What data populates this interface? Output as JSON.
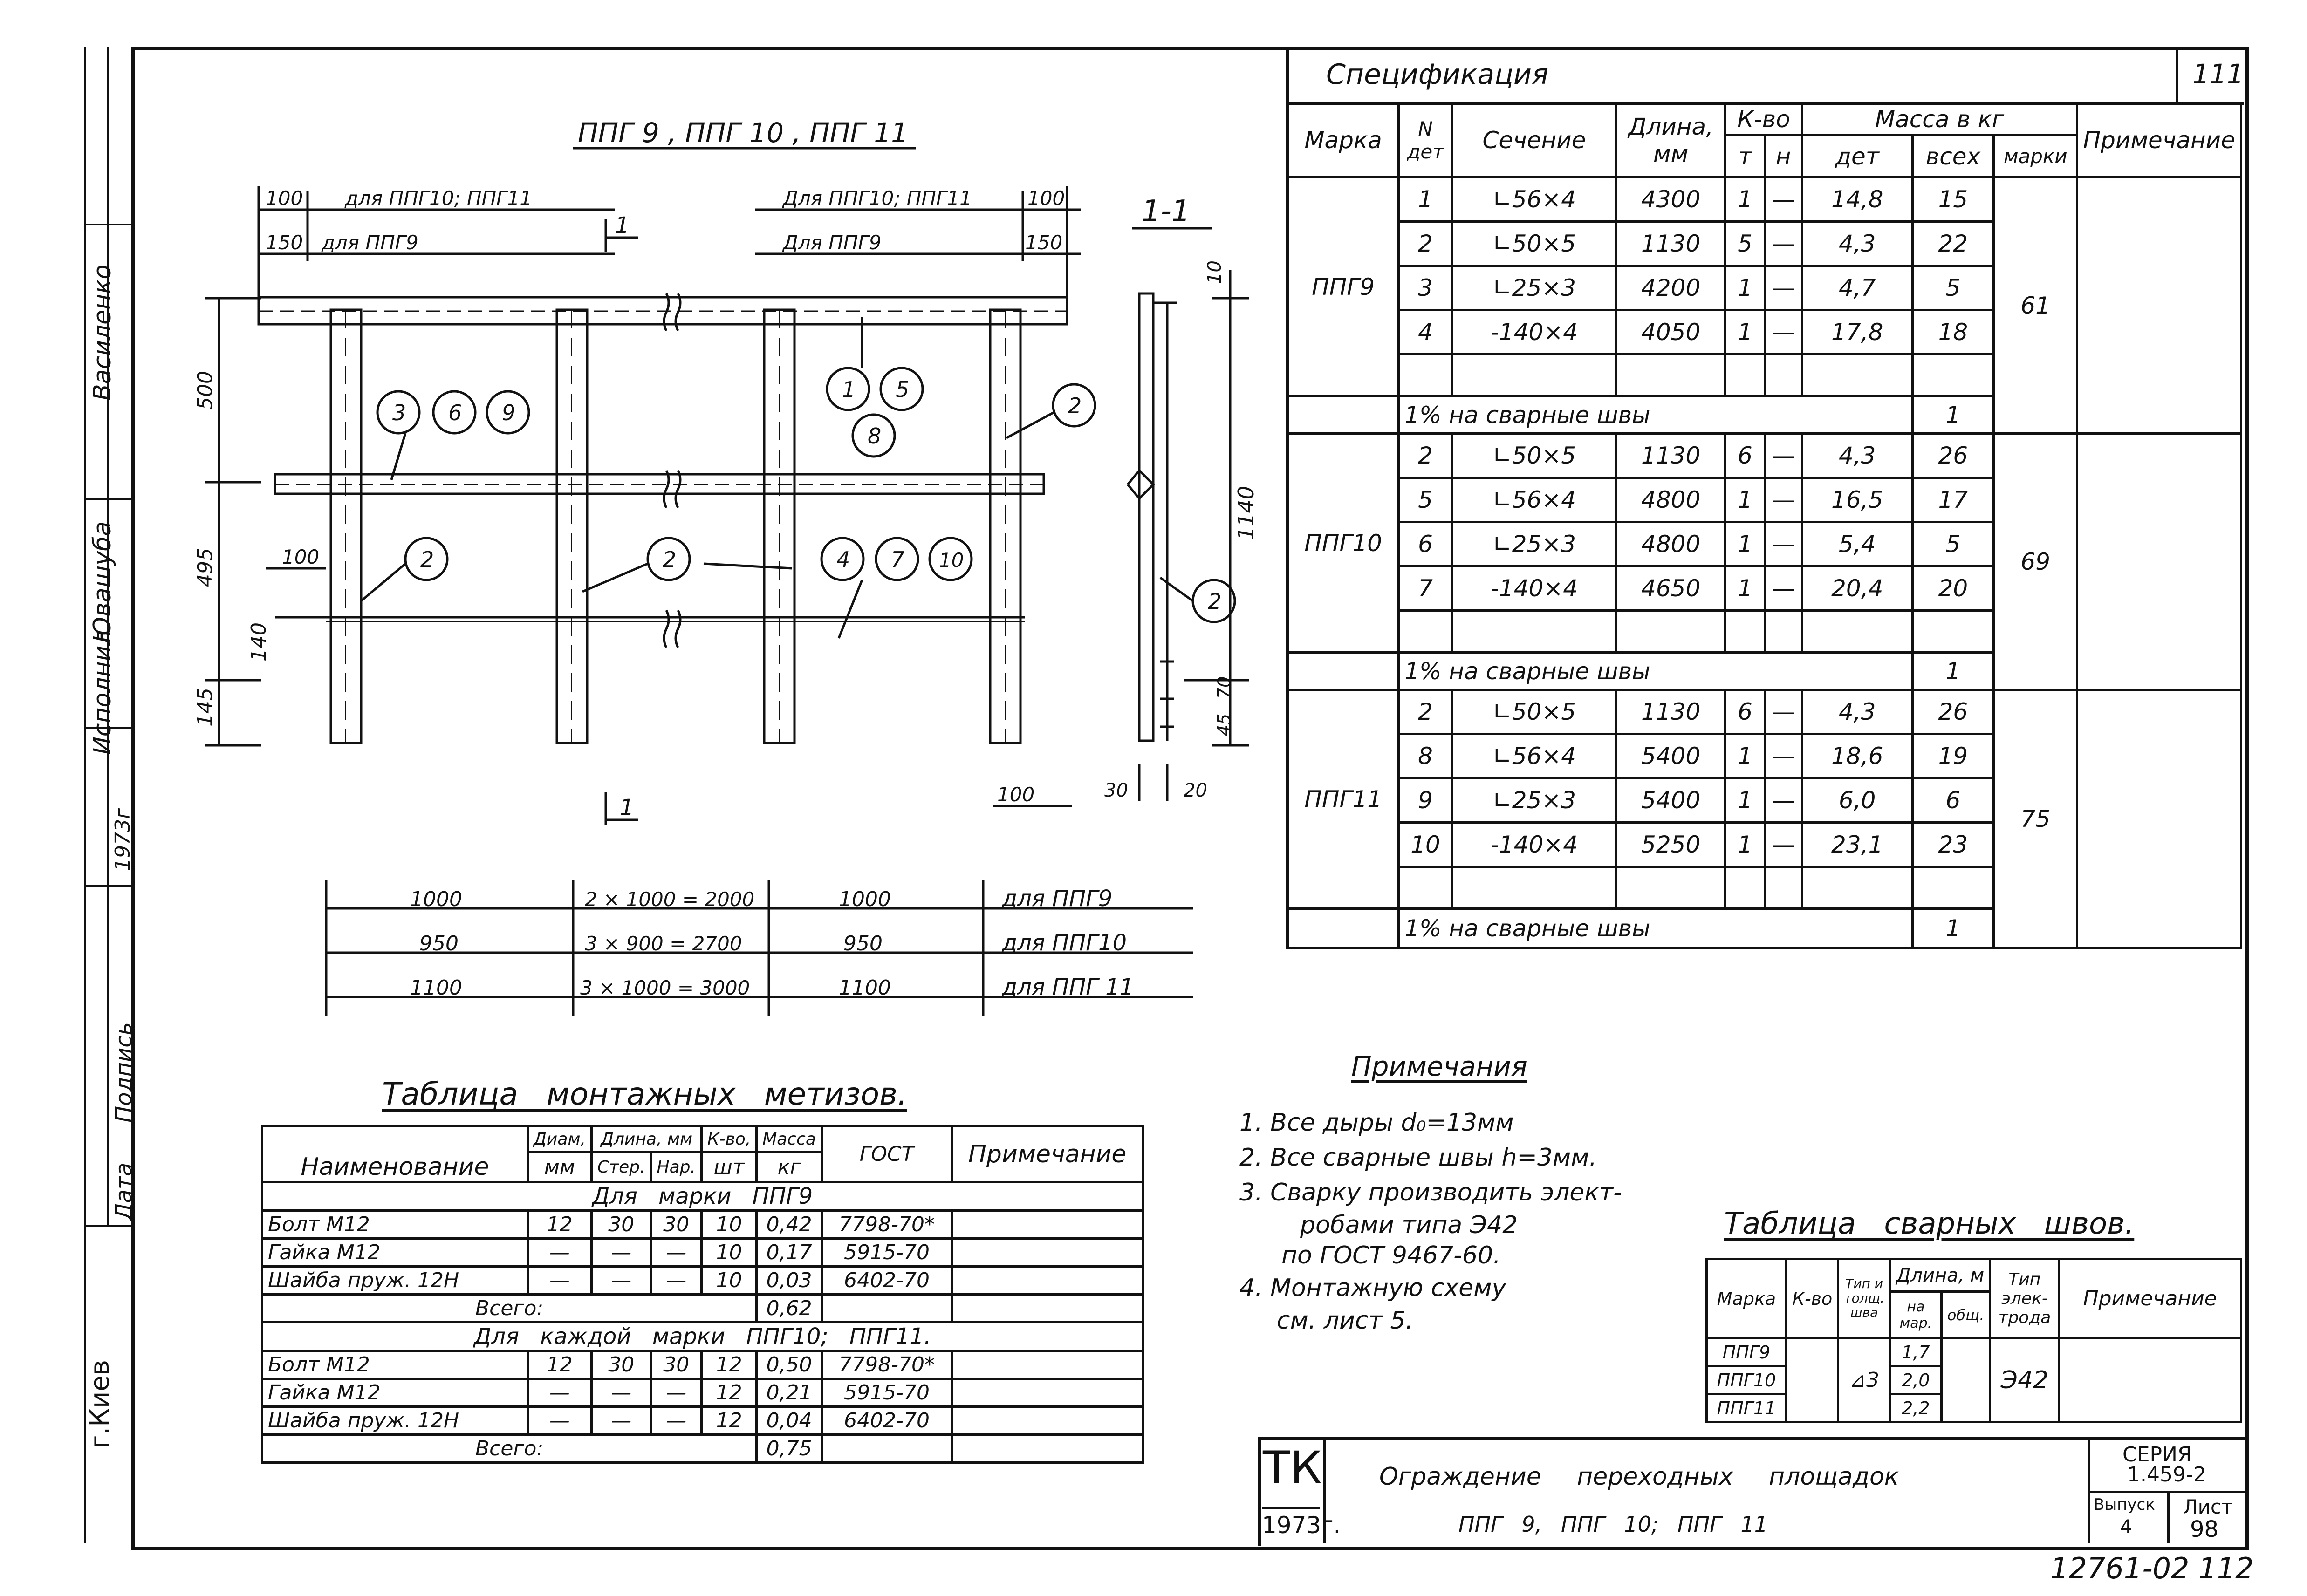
{
  "sheet_number": "111",
  "corner_code": "12761-02 112",
  "left_margin": {
    "surname": "Василенко",
    "signature": "Ювашуба",
    "role": "Исполнил",
    "year": "1973г",
    "date_label": "Дата",
    "sign_label": "Подпись",
    "city": "г.Киев"
  },
  "drawing": {
    "title": "ППГ 9 , ППГ 10 , ППГ 11",
    "section_label": "1-1",
    "section_marker": "1",
    "top_dims": {
      "left_a": "100",
      "left_a_label": "для ППГ10; ППГ11",
      "left_b": "150",
      "left_b_label": "для ППГ9",
      "right_a_label": "Для ППГ10; ППГ11",
      "right_a": "100",
      "right_b_label": "Для ППГ9",
      "right_b": "150"
    },
    "vertical_dims": {
      "d500": "500",
      "d495": "495",
      "d145": "145",
      "d140": "140",
      "d100": "100",
      "d1140": "1140",
      "d10": "10",
      "d70": "70",
      "d45": "45"
    },
    "bottom_small_dims": {
      "d100": "100",
      "d30": "30",
      "d20": "20"
    },
    "bubbles": {
      "g1": [
        "3",
        "6",
        "9"
      ],
      "g2": [
        "1",
        "5",
        "8"
      ],
      "g3": [
        "4",
        "7",
        "10"
      ],
      "two": "2"
    },
    "dim_rows": [
      {
        "a": "1000",
        "b": "2 × 1000 = 2000",
        "c": "1000",
        "d": "для ППГ9"
      },
      {
        "a": "950",
        "b": "3 × 900 = 2700",
        "c": "950",
        "d": "для ППГ10"
      },
      {
        "a": "1100",
        "b": "3 × 1000 = 3000",
        "c": "1100",
        "d": "для ППГ 11"
      }
    ]
  },
  "spec": {
    "title": "Спецификация",
    "headers": {
      "marka": "Марка",
      "n_det": "N дет",
      "section": "Сечение",
      "length": "Длина, мм",
      "qty": "К-во",
      "t": "т",
      "n": "н",
      "mass": "Масса в кг",
      "det": "дет",
      "vseh": "всех",
      "marki": "марки",
      "note": "Примечание"
    },
    "groups": [
      {
        "mark": "ППГ9",
        "total": "61",
        "rows": [
          {
            "n": "1",
            "sec": "∟56×4",
            "len": "4300",
            "t": "1",
            "h": "—",
            "det": "14,8",
            "all": "15"
          },
          {
            "n": "2",
            "sec": "∟50×5",
            "len": "1130",
            "t": "5",
            "h": "—",
            "det": "4,3",
            "all": "22"
          },
          {
            "n": "3",
            "sec": "∟25×3",
            "len": "4200",
            "t": "1",
            "h": "—",
            "det": "4,7",
            "all": "5"
          },
          {
            "n": "4",
            "sec": "-140×4",
            "len": "4050",
            "t": "1",
            "h": "—",
            "det": "17,8",
            "all": "18"
          }
        ],
        "weld_text": "1% на сварные швы",
        "weld_val": "1"
      },
      {
        "mark": "ППГ10",
        "total": "69",
        "rows": [
          {
            "n": "2",
            "sec": "∟50×5",
            "len": "1130",
            "t": "6",
            "h": "—",
            "det": "4,3",
            "all": "26"
          },
          {
            "n": "5",
            "sec": "∟56×4",
            "len": "4800",
            "t": "1",
            "h": "—",
            "det": "16,5",
            "all": "17"
          },
          {
            "n": "6",
            "sec": "∟25×3",
            "len": "4800",
            "t": "1",
            "h": "—",
            "det": "5,4",
            "all": "5"
          },
          {
            "n": "7",
            "sec": "-140×4",
            "len": "4650",
            "t": "1",
            "h": "—",
            "det": "20,4",
            "all": "20"
          }
        ],
        "weld_text": "1% на сварные швы",
        "weld_val": "1"
      },
      {
        "mark": "ППГ11",
        "total": "75",
        "rows": [
          {
            "n": "2",
            "sec": "∟50×5",
            "len": "1130",
            "t": "6",
            "h": "—",
            "det": "4,3",
            "all": "26"
          },
          {
            "n": "8",
            "sec": "∟56×4",
            "len": "5400",
            "t": "1",
            "h": "—",
            "det": "18,6",
            "all": "19"
          },
          {
            "n": "9",
            "sec": "∟25×3",
            "len": "5400",
            "t": "1",
            "h": "—",
            "det": "6,0",
            "all": "6"
          },
          {
            "n": "10",
            "sec": "-140×4",
            "len": "5250",
            "t": "1",
            "h": "—",
            "det": "23,1",
            "all": "23"
          }
        ],
        "weld_text": "1% на сварные швы",
        "weld_val": "1"
      }
    ]
  },
  "notes": {
    "title": "Примечания",
    "items": [
      "1. Все дыры d₀=13мм",
      "2. Все сварные швы h=3мм.",
      "3. Сварку производить элект-",
      "робами типа Э42",
      "по ГОСТ 9467-60.",
      "4. Монтажную схему",
      "см. лист 5."
    ]
  },
  "hardware": {
    "title": "Таблица монтажных метизов.",
    "headers": {
      "name": "Наименование",
      "diam": "Диам,",
      "diam_unit": "мм",
      "length": "Длина, мм",
      "sterzh": "Стер.",
      "nar": "Нар.",
      "qty": "К-во,",
      "qty_unit": "шт",
      "mass": "Масса",
      "mass_unit": "кг",
      "gost": "ГОСТ",
      "note": "Примечание"
    },
    "group1_label": "Для марки ППГ9",
    "group1": [
      {
        "name": "Болт М12",
        "d": "12",
        "s": "30",
        "n": "30",
        "q": "10",
        "m": "0,42",
        "g": "7798-70*"
      },
      {
        "name": "Гайка М12",
        "d": "—",
        "s": "—",
        "n": "—",
        "q": "10",
        "m": "0,17",
        "g": "5915-70"
      },
      {
        "name": "Шайба пруж. 12Н",
        "d": "—",
        "s": "—",
        "n": "—",
        "q": "10",
        "m": "0,03",
        "g": "6402-70"
      }
    ],
    "group1_total_label": "Всего:",
    "group1_total": "0,62",
    "group2_label": "Для каждой марки ППГ10; ППГ11.",
    "group2": [
      {
        "name": "Болт М12",
        "d": "12",
        "s": "30",
        "n": "30",
        "q": "12",
        "m": "0,50",
        "g": "7798-70*"
      },
      {
        "name": "Гайка М12",
        "d": "—",
        "s": "—",
        "n": "—",
        "q": "12",
        "m": "0,21",
        "g": "5915-70"
      },
      {
        "name": "Шайба пруж. 12Н",
        "d": "—",
        "s": "—",
        "n": "—",
        "q": "12",
        "m": "0,04",
        "g": "6402-70"
      }
    ],
    "group2_total_label": "Всего:",
    "group2_total": "0,75"
  },
  "welds": {
    "title": "Таблица сварных швов.",
    "headers": {
      "marka": "Марка",
      "qty": "К-во",
      "type": "Тип и толщ. шва",
      "length": "Длина, м",
      "na_mar": "на мар.",
      "obsh": "общ.",
      "electrode": "Тип элек-трода",
      "note": "Примечание"
    },
    "rows": [
      {
        "mark": "ППГ9",
        "len": "1,7"
      },
      {
        "mark": "ППГ10",
        "len": "2,0"
      },
      {
        "mark": "ППГ11",
        "len": "2,2"
      }
    ],
    "type_val": "⊿3",
    "electrode_val": "Э42"
  },
  "title_block": {
    "logo": "ТК",
    "year": "1973г.",
    "name_line1": "Ограждение переходных площадок",
    "name_line2": "ППГ 9, ППГ 10; ППГ 11",
    "series_label": "СЕРИЯ",
    "series": "1.459-2",
    "vypusk_label": "Выпуск",
    "vypusk": "4",
    "list_label": "Лист",
    "list": "98"
  }
}
